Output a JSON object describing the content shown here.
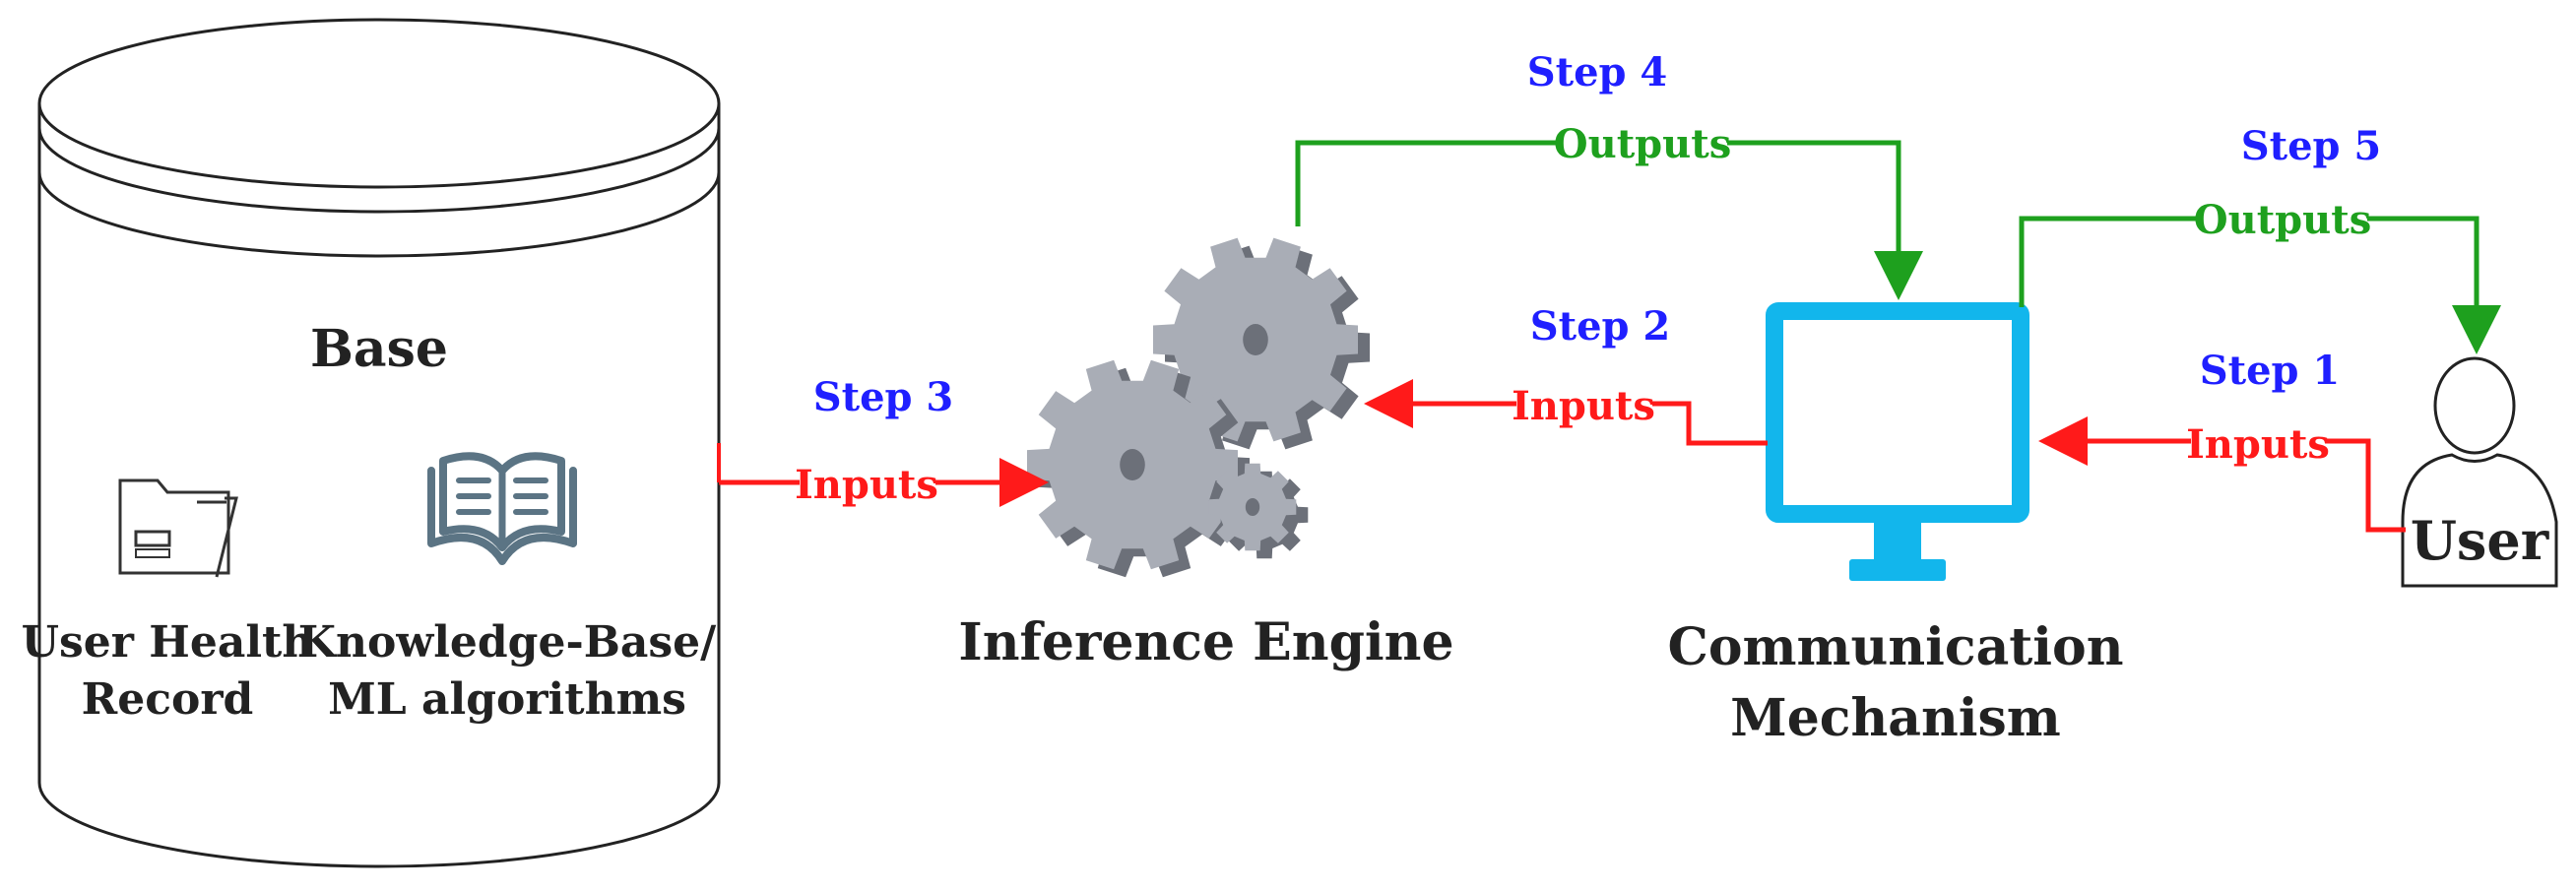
{
  "colors": {
    "input_arrow": "#ff1a1a",
    "output_arrow": "#1ea01e",
    "step_text": "#1f1fff",
    "monitor": "#12b6ec",
    "gear": "#a9adb6",
    "gear_shadow": "#6c7079",
    "book": "#5b7484"
  },
  "database": {
    "title": "Base",
    "items": [
      {
        "icon": "folder-icon",
        "line1": "User Health",
        "line2": "Record"
      },
      {
        "icon": "book-icon",
        "line1": "Knowledge-Base/",
        "line2": "ML algorithms"
      }
    ]
  },
  "inference_engine": {
    "label": "Inference Engine",
    "icon": "gears-icon"
  },
  "communication": {
    "label_line1": "Communication",
    "label_line2": "Mechanism",
    "icon": "monitor-icon"
  },
  "user": {
    "label": "User",
    "icon": "user-icon"
  },
  "flows": [
    {
      "step": "Step 1",
      "label": "Inputs",
      "kind": "input"
    },
    {
      "step": "Step 2",
      "label": "Inputs",
      "kind": "input"
    },
    {
      "step": "Step 3",
      "label": "Inputs",
      "kind": "input"
    },
    {
      "step": "Step 4",
      "label": "Outputs",
      "kind": "output"
    },
    {
      "step": "Step 5",
      "label": "Outputs",
      "kind": "output"
    }
  ]
}
